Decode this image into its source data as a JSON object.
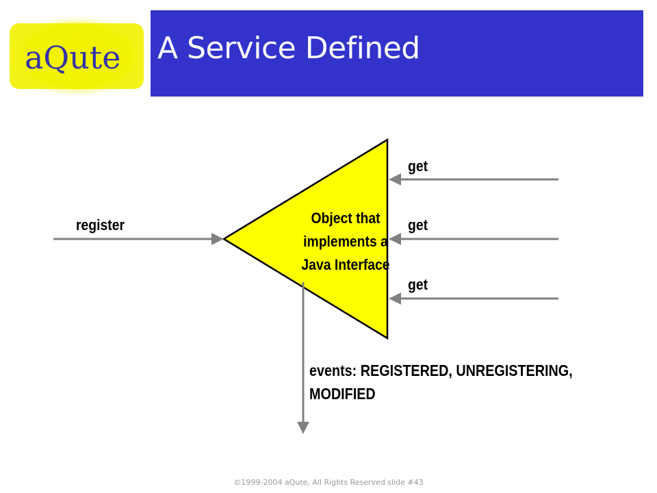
{
  "logo": {
    "text": "aQute",
    "background_color": "#f2f200",
    "text_color": "#3333aa"
  },
  "header": {
    "title": "A Service Defined",
    "background_color": "#3333cc"
  },
  "diagram": {
    "triangle_fill": "#ffff00",
    "arrow_color": "#808080",
    "center_label": "Object that\nimplements a\nJava Interface",
    "register_label": "register",
    "get_labels": [
      "get",
      "get",
      "get"
    ],
    "events": {
      "prefix": "events: ",
      "list": "REGISTERED, UNREGISTERING, MODIFIED"
    }
  },
  "footer": {
    "copyright": "©1999-2004 aQute, All Rights Reserved slide #43"
  }
}
